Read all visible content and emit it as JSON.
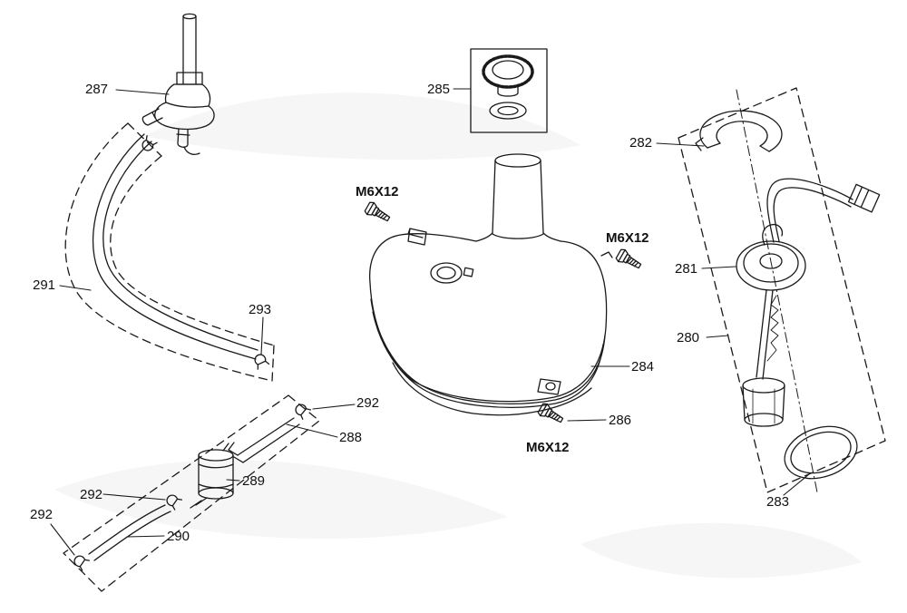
{
  "diagram": {
    "background_color": "#ffffff",
    "line_color": "#1a1a1a",
    "labels": {
      "p287": {
        "text": "287"
      },
      "p285": {
        "text": "285"
      },
      "p282": {
        "text": "282"
      },
      "m6x12_top": {
        "text": "M6X12"
      },
      "m6x12_right": {
        "text": "M6X12"
      },
      "p281": {
        "text": "281"
      },
      "p291": {
        "text": "291"
      },
      "p280": {
        "text": "280"
      },
      "p293": {
        "text": "293"
      },
      "p284": {
        "text": "284"
      },
      "p292_top": {
        "text": "292"
      },
      "p286": {
        "text": "286"
      },
      "p288": {
        "text": "288"
      },
      "m6x12_bottom": {
        "text": "M6X12"
      },
      "p289": {
        "text": "289"
      },
      "p292_mid": {
        "text": "292"
      },
      "p283": {
        "text": "283"
      },
      "p290": {
        "text": "290"
      },
      "p292_bottom": {
        "text": "292"
      }
    }
  }
}
